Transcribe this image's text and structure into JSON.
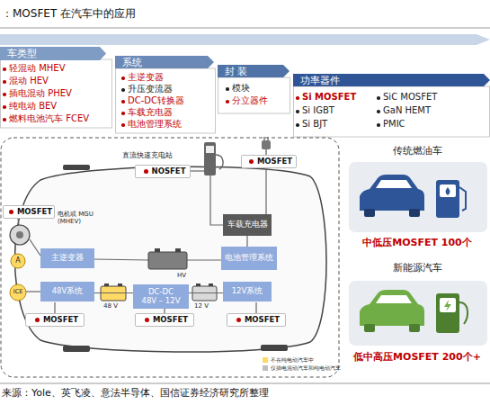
{
  "diagram": {
    "title": "：MOSFET 在汽车中的应用",
    "caption": "来源：Yole、英飞凌、意法半导体、国信证券经济研究所整理",
    "nodes": [
      {
        "text": [
          "车类型",
          "轻混动 MHEV",
          "混动 HEV",
          "插电混动 PHEV",
          "纯电动 BEV",
          "燃料电池汽车 FCEV"
        ]
      },
      {
        "text": [
          "系统",
          "主逆变器",
          "升压变流器",
          "DC-DC转换器",
          "车载充电器",
          "电池管理系统"
        ]
      },
      {
        "text": [
          "封 装",
          "模块",
          "分立器件"
        ]
      },
      {
        "text": [
          "功率器件",
          "Si MOSFET",
          "Si IGBT",
          "Si BJT",
          "SiC MOSFET",
          "GaN HEMT",
          "PMIC"
        ]
      },
      {
        "text": [
          "主逆变器"
        ]
      },
      {
        "text": [
          "48V系统"
        ]
      },
      {
        "text": [
          "DC-DC 48V – 12V"
        ]
      },
      {
        "text": [
          "12V系统"
        ]
      },
      {
        "text": [
          "车载充电器"
        ]
      },
      {
        "text": [
          "电池管理系统"
        ]
      },
      {
        "text": [
          "NOSFET"
        ]
      },
      {
        "text": [
          "MOSFET"
        ]
      },
      {
        "text": [
          "MOSFET"
        ]
      },
      {
        "text": [
          "MOSFET"
        ]
      },
      {
        "text": [
          "MOSFET"
        ]
      },
      {
        "text": [
          "MOSFET"
        ]
      },
      {
        "text": [
          "传统燃油车",
          "中低压MOSFET 100个"
        ]
      },
      {
        "text": [
          "新能源汽车",
          "低中高压MOSFET 200个+"
        ]
      }
    ],
    "edges": [
      {
        "from": 5,
        "to": 6,
        "arrow": "none"
      },
      {
        "from": 6,
        "to": 7,
        "arrow": "none"
      },
      {
        "from": 8,
        "to": 9,
        "arrow": "none"
      }
    ],
    "labels": [
      "直流快速充电站",
      "电机或 MGU (MHEV)",
      "A",
      "ICE",
      "HV",
      "48 V",
      "12 V"
    ],
    "legend": [
      {
        "text": "不在纯电动汽车中",
        "color": "#ffd966"
      },
      {
        "text": "仅插电混动汽车和纯电动汽车",
        "color": "#bfbfbf"
      }
    ]
  }
}
